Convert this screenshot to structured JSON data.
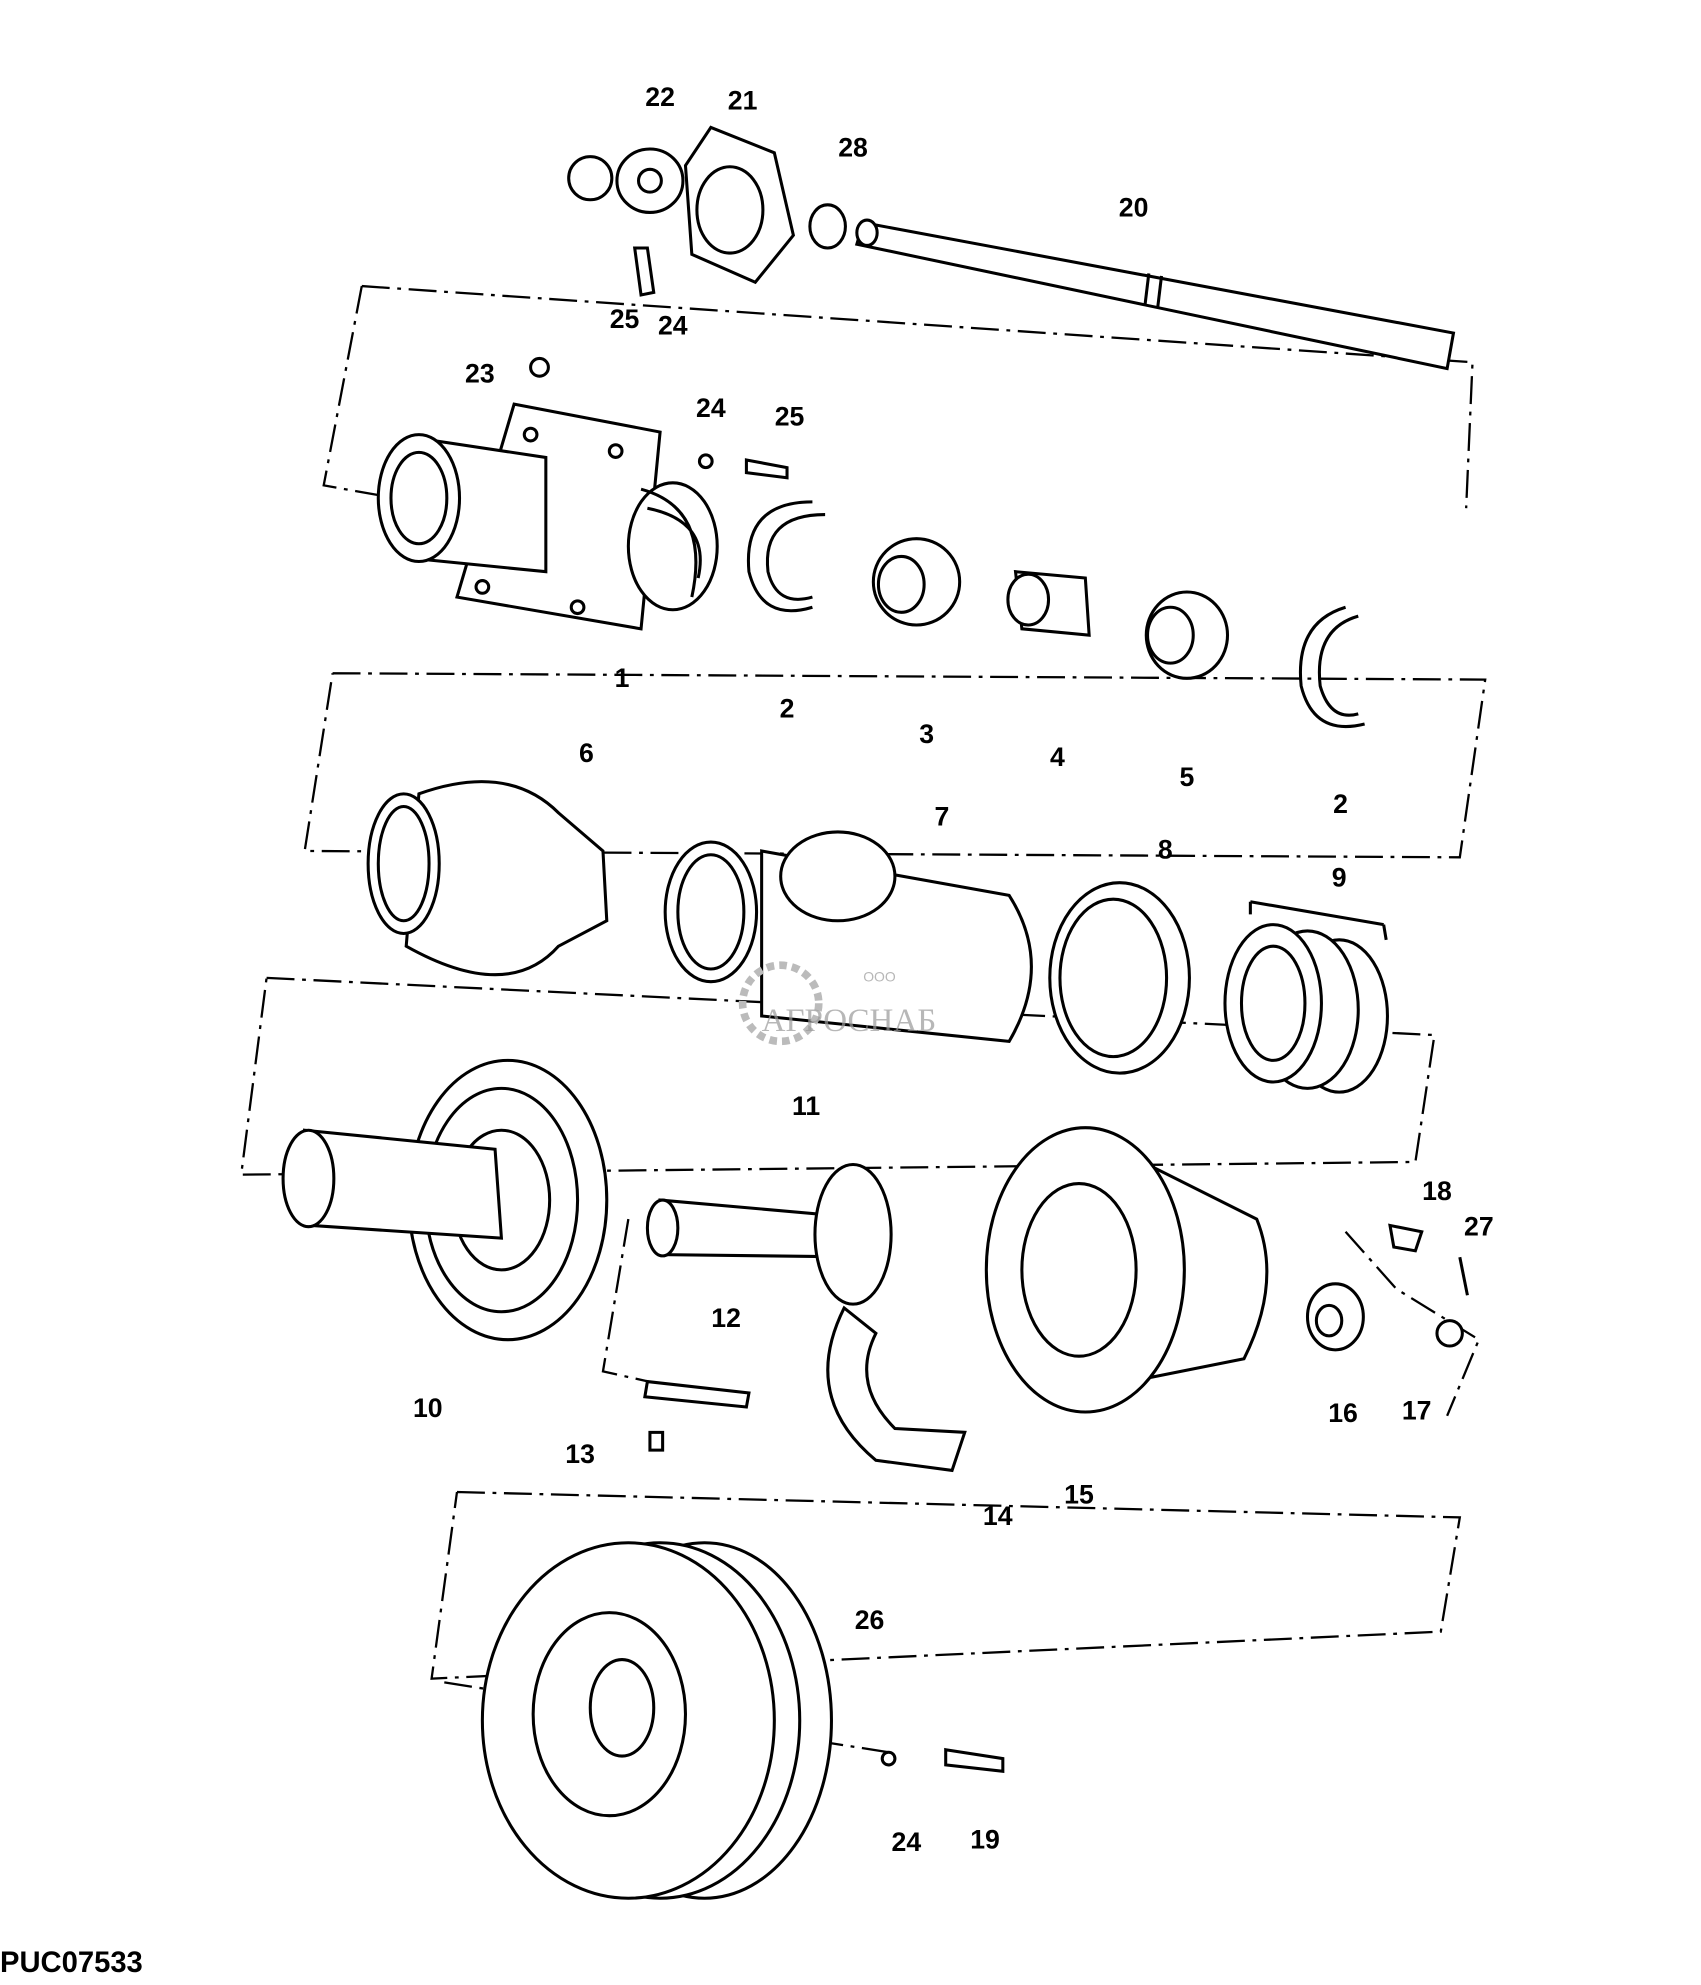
{
  "diagram": {
    "figure_code": "PUC07533",
    "watermark": {
      "prefix": "ООО",
      "name": "АГРОСНАБ"
    },
    "callouts": [
      "22",
      "21",
      "28",
      "20",
      "25",
      "24",
      "23",
      "24",
      "25",
      "1",
      "2",
      "3",
      "4",
      "5",
      "2",
      "6",
      "7",
      "8",
      "9",
      "11",
      "18",
      "27",
      "10",
      "12",
      "13",
      "14",
      "15",
      "16",
      "17",
      "26",
      "24",
      "19"
    ]
  }
}
